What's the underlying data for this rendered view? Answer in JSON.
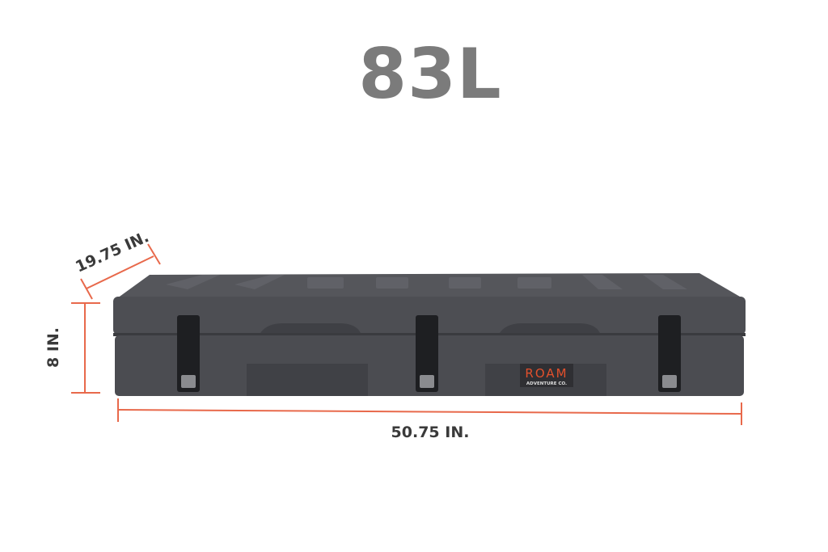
{
  "title": "83L",
  "dimensions": {
    "depth": "19.75 IN.",
    "height": "8 IN.",
    "width": "50.75 IN."
  },
  "brand": {
    "name": "ROAM",
    "tagline": "ADVENTURE CO."
  },
  "colors": {
    "dimension_line": "#e8694b",
    "case_body": "#4f5055",
    "title": "#7b7b7b",
    "brand_accent": "#e2502c"
  }
}
